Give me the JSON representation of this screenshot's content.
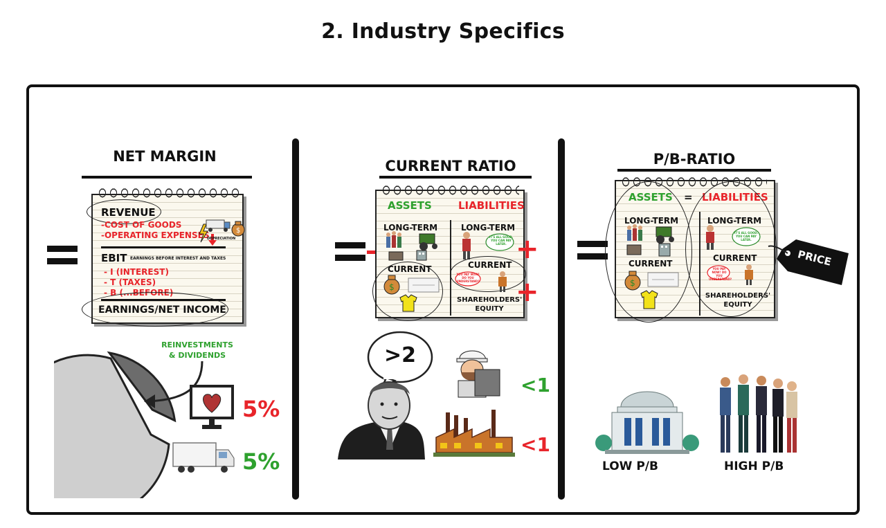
{
  "page_title": "2. Industry Specifics",
  "net_margin": {
    "title": "NET MARGIN",
    "revenue": "REVENUE",
    "cost_of_goods": "-COST OF GOODS",
    "operating_expenses": "-OPERATING EXPENSES",
    "depreciation": "DEPRECIATION",
    "ebit": "EBIT",
    "ebit_full": "EARNINGS BEFORE INTEREST AND TAXES",
    "interest": "- I (INTEREST)",
    "taxes": "- T (TAXES)",
    "before": "- B (...BEFORE)",
    "earnings": "EARNINGS/NET INCOME",
    "reinvest_line1": "REINVESTMENTS",
    "reinvest_line2": "& DIVIDENDS",
    "pct_health": "5%",
    "pct_truck": "5%",
    "color_red": "#e8242a",
    "color_green": "#2ea12e"
  },
  "current_ratio": {
    "title": "CURRENT RATIO",
    "assets": "ASSETS",
    "liabilities": "LIABILITIES",
    "long_term_left": "LONG-TERM",
    "long_term_right": "LONG-TERM",
    "current_left": "CURRENT",
    "current_right": "CURRENT",
    "shareholders_1": "SHAREHOLDERS'",
    "shareholders_2": "EQUITY",
    "bubble_left": "IT'S ALL GOOD. YOU CAN PAY LATER.",
    "bubble_right": "YOU PAY NOW! DO YOU UNDERSTAND?",
    "speech": ">2",
    "lt1_top": "<1",
    "lt1_bottom": "<1"
  },
  "pb_ratio": {
    "title": "P/B-RATIO",
    "assets": "ASSETS",
    "equals": "=",
    "liabilities": "LIABILITIES",
    "long_term_left": "LONG-TERM",
    "long_term_right": "LONG-TERM",
    "current_left": "CURRENT",
    "current_right": "CURRENT",
    "shareholders_1": "SHAREHOLDERS'",
    "shareholders_2": "EQUITY",
    "bubble_left": "IT'S ALL GOOD. YOU CAN PAY LATER.",
    "bubble_right": "YOU PAY NOW! DO YOU UNDERSTAND?",
    "price_tag": "PRICE",
    "low_pb": "LOW P/B",
    "high_pb": "HIGH P/B"
  }
}
